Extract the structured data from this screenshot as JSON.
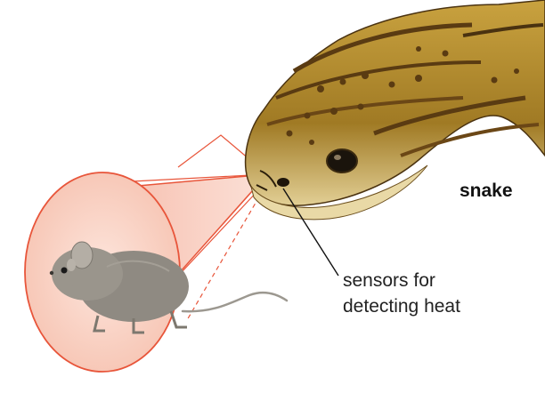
{
  "labels": {
    "snake": "snake",
    "sensors_line1": "sensors for",
    "sensors_line2": "detecting heat"
  },
  "colors": {
    "cone_fill": "#f5b9a8",
    "cone_edge": "#e8553a",
    "snake_base": "#b8902e",
    "snake_stripe": "#5a3b12",
    "snake_belly": "#e9d9a6",
    "mouse": "#8f8a82"
  }
}
